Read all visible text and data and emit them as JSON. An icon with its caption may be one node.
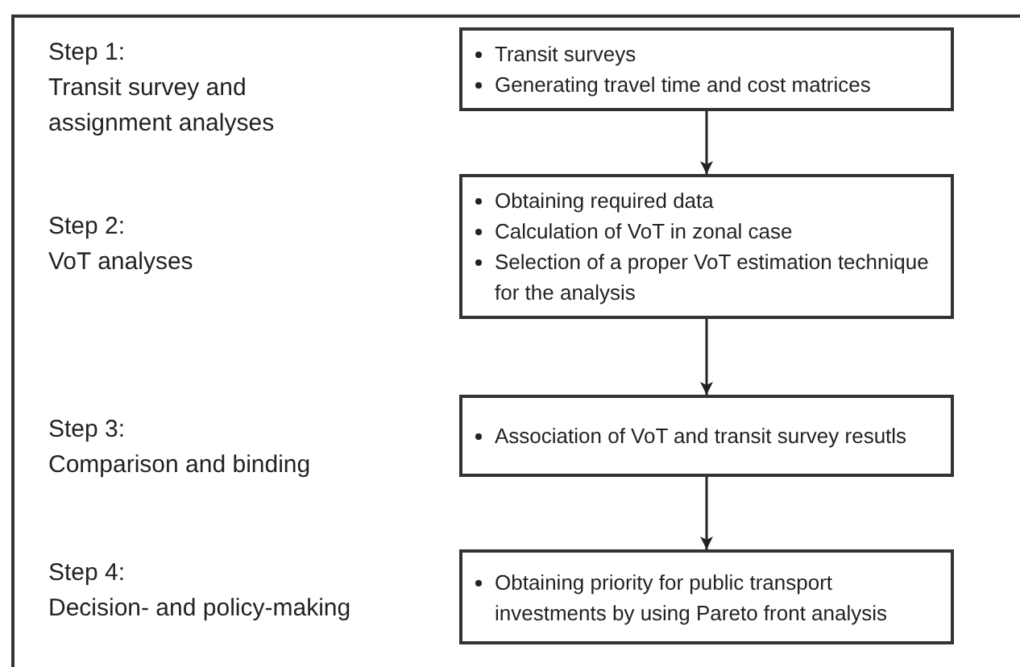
{
  "diagram": {
    "nodes": [
      {
        "text": [
          "Transit surveys",
          "Generating travel time and cost matrices"
        ]
      },
      {
        "text": [
          "Obtaining required data",
          "Calculation of VoT in zonal case",
          "Selection of a proper VoT estimation technique for the analysis"
        ]
      },
      {
        "text": [
          "Association of  VoT and transit survey resutls"
        ]
      },
      {
        "text": [
          "Obtaining priority for public transport investments by using Pareto front analysis"
        ]
      }
    ],
    "edges": [
      {
        "from": 0,
        "to": 1,
        "arrow": "to"
      },
      {
        "from": 1,
        "to": 2,
        "arrow": "to"
      },
      {
        "from": 2,
        "to": 3,
        "arrow": "to"
      }
    ],
    "labels": [
      "Step 1:",
      "Transit survey and assignment analyses",
      "Step 2:",
      "VoT analyses",
      "Step 3:",
      "Comparison and binding",
      "Step 4:",
      "Decision- and policy-making"
    ]
  }
}
